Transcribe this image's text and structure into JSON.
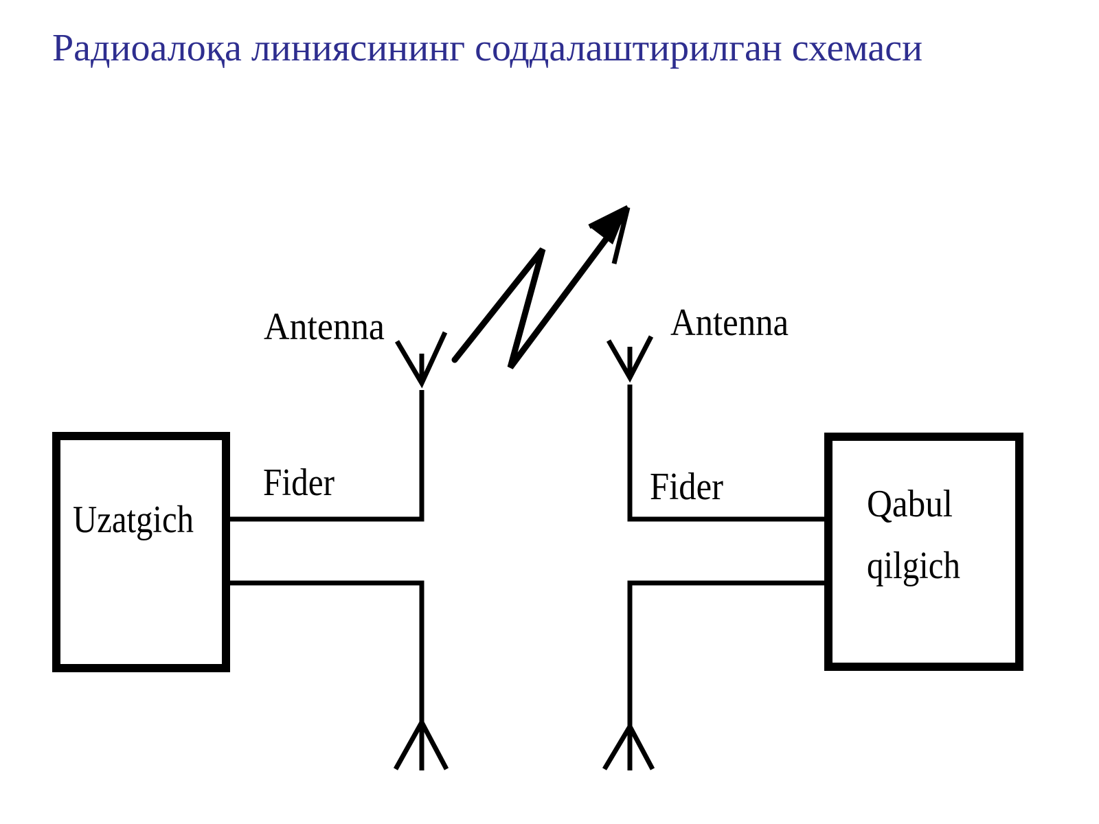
{
  "title": "Радиоалоқа линиясининг соддалаштирилган схемаси",
  "labels": {
    "transmitter": "Uzatgich",
    "receiver_line1": "Qabul",
    "receiver_line2": "qilgich",
    "feeder_left": "Fider",
    "feeder_right": "Fider",
    "antenna_left": "Antenna",
    "antenna_right": "Antenna"
  },
  "colors": {
    "title": "#2e2e8f",
    "lines": "#000000",
    "background": "#ffffff"
  }
}
